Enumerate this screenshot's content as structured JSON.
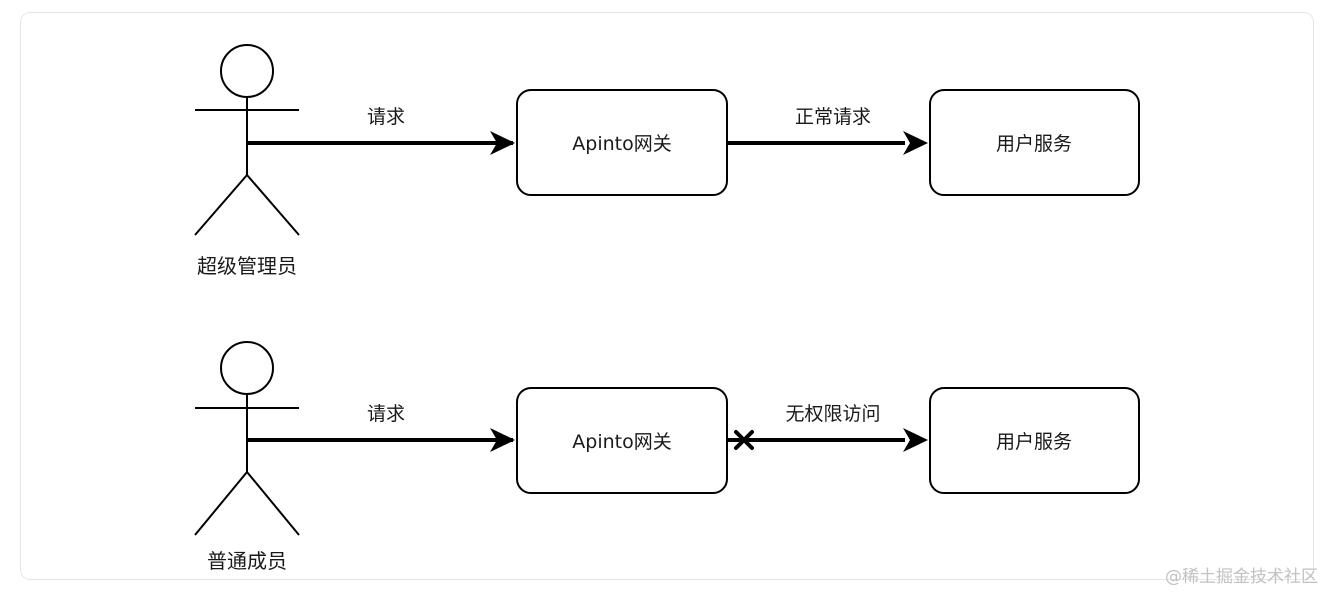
{
  "scenarios": [
    {
      "actor": "超级管理员",
      "request_label": "请求",
      "gateway": "Apinto网关",
      "forward_label": "正常请求",
      "service": "用户服务",
      "blocked": false
    },
    {
      "actor": "普通成员",
      "request_label": "请求",
      "gateway": "Apinto网关",
      "forward_label": "无权限访问",
      "service": "用户服务",
      "blocked": true
    }
  ],
  "watermark": "@稀土掘金技术社区"
}
